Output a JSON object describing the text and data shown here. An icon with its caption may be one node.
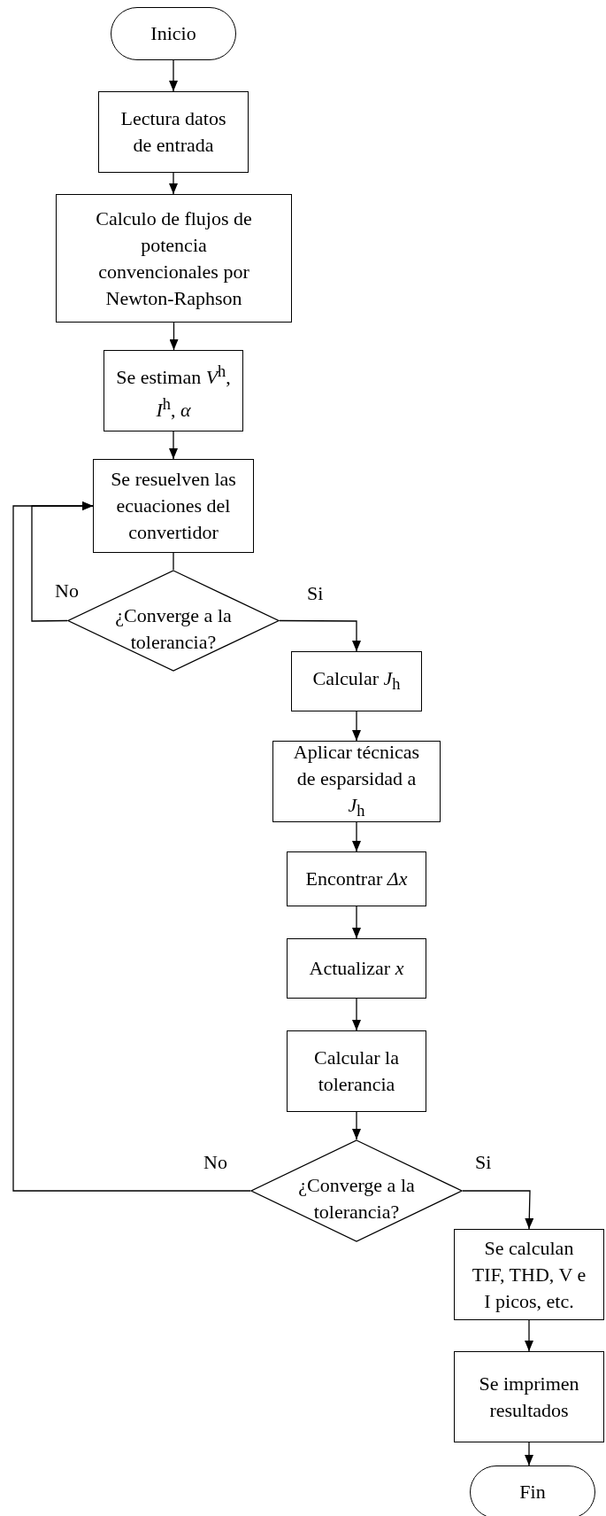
{
  "diagram": {
    "nodes": [
      {
        "text": [
          "Inicio"
        ]
      },
      {
        "text": [
          "Lectura datos de entrada"
        ]
      },
      {
        "text": [
          "Calculo de flujos de potencia convencionales por Newton-Raphson"
        ]
      },
      {
        "text": [
          "Se estiman *V*$^{h}$, *I*$^{h}$, *α*"
        ]
      },
      {
        "text": [
          "Se resuelven las ecuaciones del convertidor"
        ]
      },
      {
        "text": [
          "¿Converge a la tolerancia?"
        ]
      },
      {
        "text": [
          "Calcular *J*$_{h}$"
        ]
      },
      {
        "text": [
          "Aplicar técnicas de esparsidad a *J*$_{h}$"
        ]
      },
      {
        "text": [
          "Encontrar *Δx*"
        ]
      },
      {
        "text": [
          "Actualizar *x*"
        ]
      },
      {
        "text": [
          "Calcular la tolerancia"
        ]
      },
      {
        "text": [
          "¿Converge a la tolerancia?"
        ]
      },
      {
        "text": [
          "Se calculan TIF, THD, V e I picos, etc."
        ]
      },
      {
        "text": [
          "Se imprimen resultados"
        ]
      },
      {
        "text": [
          "Fin"
        ]
      }
    ],
    "edges": [
      {
        "from": 0,
        "to": 1,
        "arrow": "to"
      },
      {
        "from": 1,
        "to": 2,
        "arrow": "to"
      },
      {
        "from": 2,
        "to": 3,
        "arrow": "to"
      },
      {
        "from": 3,
        "to": 4,
        "arrow": "to"
      },
      {
        "from": 4,
        "to": 5,
        "arrow": "none"
      },
      {
        "from": 5,
        "to": 6,
        "arrow": "to",
        "label": "Si"
      },
      {
        "from": 5,
        "to": 4,
        "arrow": "to",
        "label": "No"
      },
      {
        "from": 6,
        "to": 7,
        "arrow": "to"
      },
      {
        "from": 7,
        "to": 8,
        "arrow": "to"
      },
      {
        "from": 8,
        "to": 9,
        "arrow": "to"
      },
      {
        "from": 9,
        "to": 10,
        "arrow": "to"
      },
      {
        "from": 10,
        "to": 11,
        "arrow": "to"
      },
      {
        "from": 11,
        "to": 4,
        "arrow": "to",
        "label": "No"
      },
      {
        "from": 11,
        "to": 12,
        "arrow": "to",
        "label": "Si"
      },
      {
        "from": 12,
        "to": 13,
        "arrow": "to"
      },
      {
        "from": 13,
        "to": 14,
        "arrow": "to"
      }
    ]
  }
}
